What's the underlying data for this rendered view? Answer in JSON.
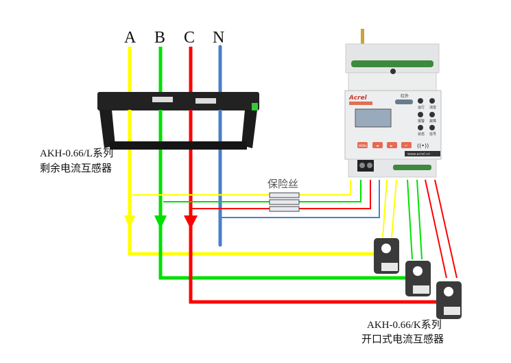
{
  "phases": [
    {
      "label": "A",
      "color": "#ffff00"
    },
    {
      "label": "B",
      "color": "#00e000"
    },
    {
      "label": "C",
      "color": "#ff0000"
    },
    {
      "label": "N",
      "color": "#4a7fc8"
    }
  ],
  "fuse_label": "保险丝",
  "residual_ct": {
    "model": "AKH-0.66/L系列",
    "name": "剩余电流互感器"
  },
  "split_ct": {
    "model": "AKH-0.66/K系列",
    "name": "开口式电流互感器"
  },
  "device": {
    "brand": "Acrel",
    "ir_label": "红外",
    "indicators": [
      "运行",
      "消音",
      "报警",
      "故障",
      "状态",
      "信号"
    ],
    "buttons": [
      "MENU",
      "◄",
      "►",
      "↵"
    ],
    "website": "www.acrel.cn"
  }
}
